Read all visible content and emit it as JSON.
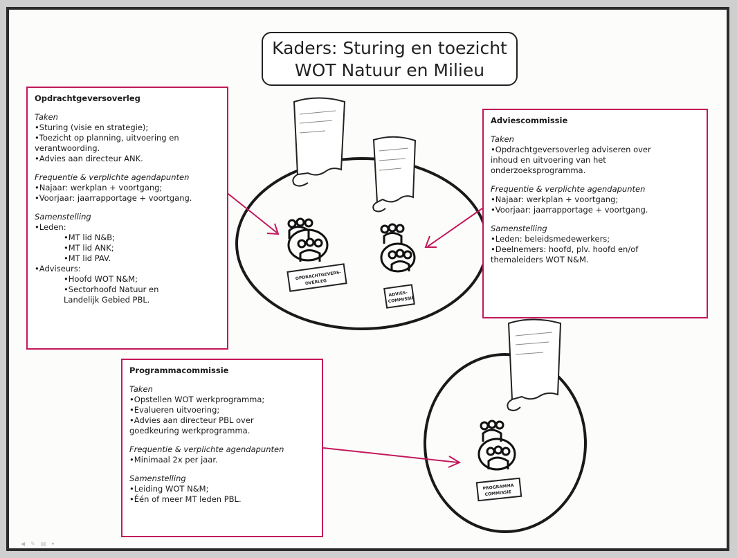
{
  "title": {
    "line1": "Kaders: Sturing en toezicht",
    "line2": "WOT Natuur en Milieu"
  },
  "boxes": {
    "opdracht": {
      "heading": "Opdrachtgeversoverleg",
      "taken_label": "Taken",
      "taken": [
        "•Sturing (visie en strategie);",
        "•Toezicht op planning, uitvoering en",
        "verantwoording.",
        "•Advies aan directeur ANK."
      ],
      "freq_label": "Frequentie & verplichte agendapunten",
      "freq": [
        "•Najaar: werkplan + voortgang;",
        "•Voorjaar: jaarrapportage + voortgang."
      ],
      "samen_label": "Samenstelling",
      "leden_label": "•Leden:",
      "leden": [
        "•MT lid N&B;",
        "•MT lid ANK;",
        "•MT lid PAV."
      ],
      "adviseurs_label": "•Adviseurs:",
      "adviseurs": [
        "•Hoofd WOT N&M;",
        "•Sectorhoofd Natuur en",
        "Landelijk Gebied PBL."
      ]
    },
    "advies": {
      "heading": "Adviescommissie",
      "taken_label": "Taken",
      "taken": [
        "•Opdrachtgeversoverleg adviseren over",
        "inhoud en uitvoering van het",
        "onderzoeksprogramma."
      ],
      "freq_label": "Frequentie & verplichte agendapunten",
      "freq": [
        "•Najaar: werkplan + voortgang;",
        "•Voorjaar: jaarrapportage + voortgang."
      ],
      "samen_label": "Samenstelling",
      "samen": [
        "•Leden: beleidsmedewerkers;",
        "•Deelnemers: hoofd, plv. hoofd en/of",
        "themaleiders WOT N&M."
      ]
    },
    "programma": {
      "heading": "Programmacommissie",
      "taken_label": "Taken",
      "taken": [
        "•Opstellen WOT werkprogramma;",
        "•Evalueren uitvoering;",
        "•Advies aan directeur PBL over",
        "goedkeuring werkprogramma."
      ],
      "freq_label": "Frequentie & verplichte agendapunten",
      "freq": [
        "•Minimaal 2x per jaar."
      ],
      "samen_label": "Samenstelling",
      "samen": [
        "•Leiding WOT N&M;",
        "•Één of meer MT leden PBL."
      ]
    }
  },
  "signs": {
    "opdracht": [
      "OPDRACHTGEVERS-",
      "OVERLEG"
    ],
    "advies": [
      "ADVIES-",
      "COMMISSIE"
    ],
    "programma": [
      "PROGRAMMA",
      "COMMISSIE"
    ]
  },
  "colors": {
    "accent": "#c2185b",
    "ink": "#222222"
  }
}
